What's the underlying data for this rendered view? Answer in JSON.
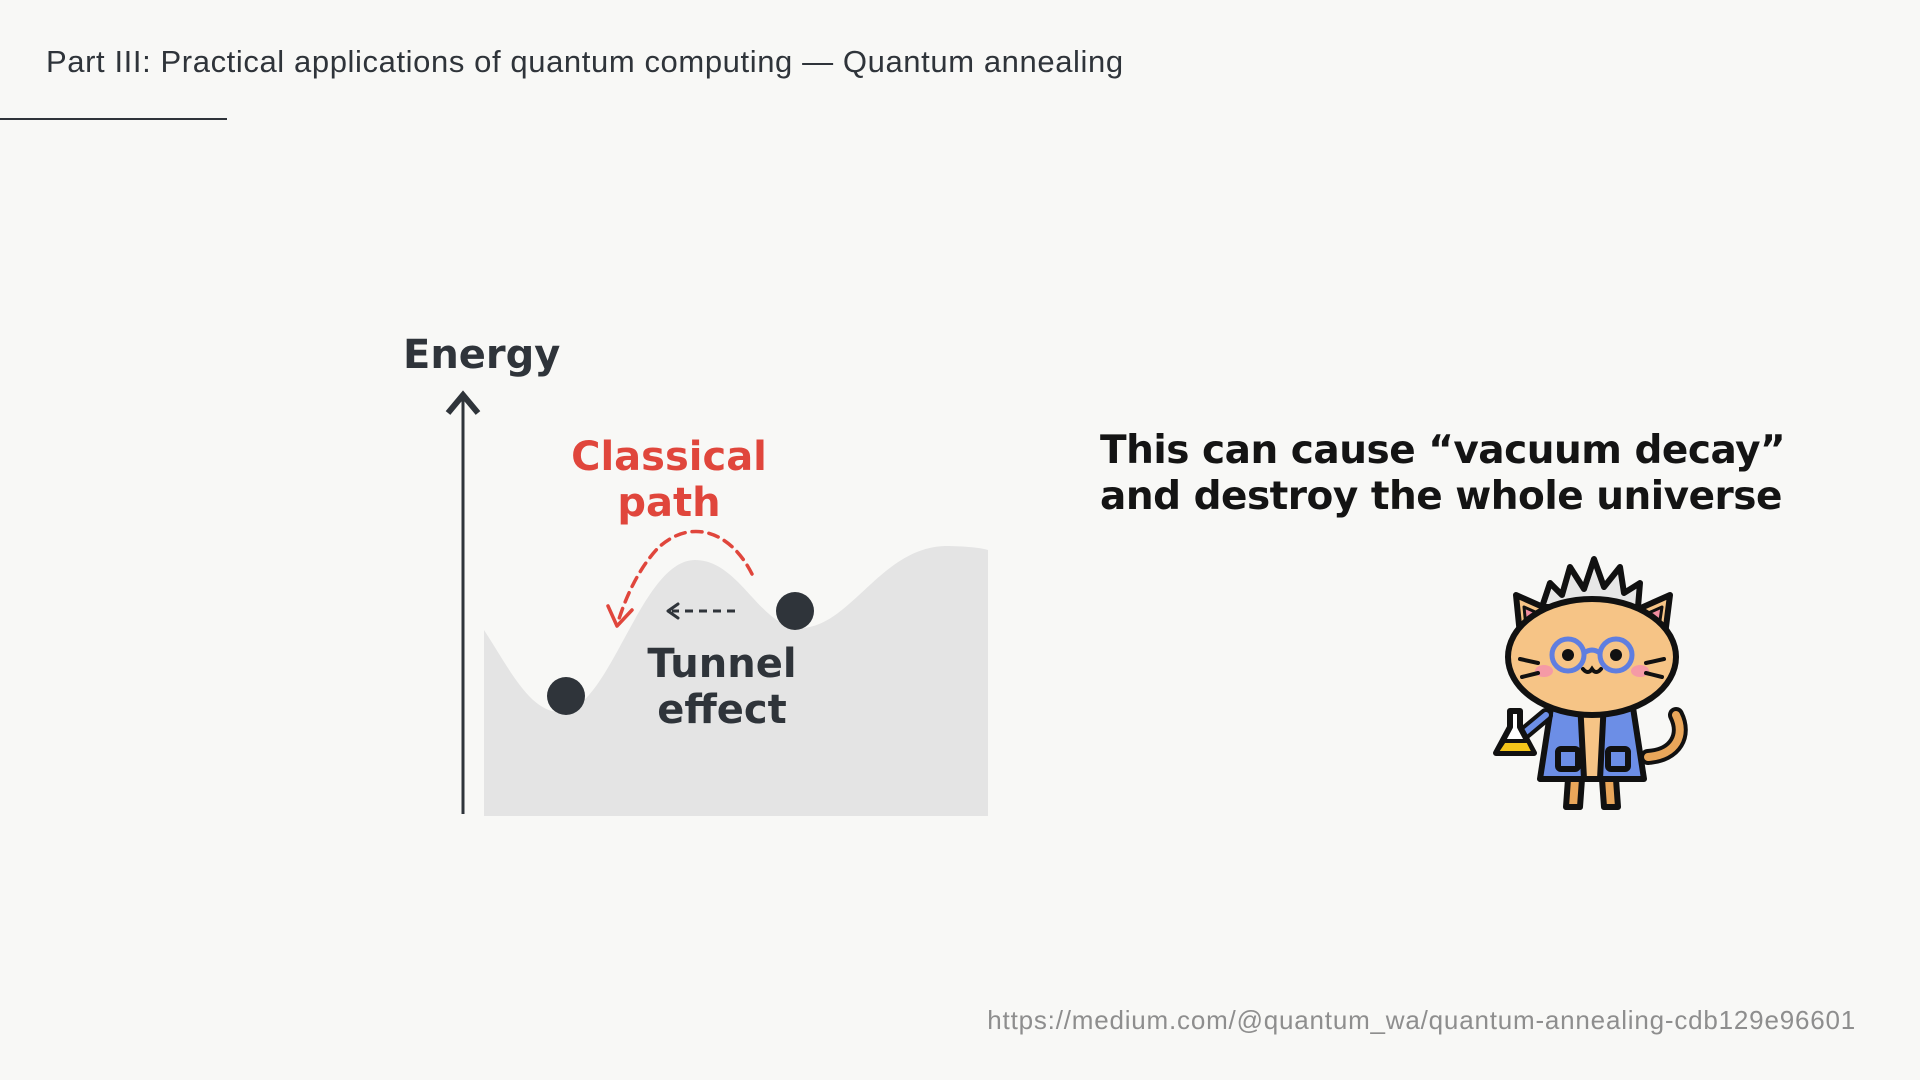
{
  "header": {
    "title": "Part III: Practical applications of quantum computing — Quantum annealing"
  },
  "diagram": {
    "axis_label": "Energy",
    "classical_label_line1": "Classical",
    "classical_label_line2": "path",
    "tunnel_label_line1": "Tunnel",
    "tunnel_label_line2": "effect"
  },
  "caption": {
    "line1": "This can cause “vacuum decay”",
    "line2": "and destroy the whole universe"
  },
  "footer": {
    "source_url": "https://medium.com/@quantum_wa/quantum-annealing-cdb129e96601"
  },
  "colors": {
    "background": "#f8f8f6",
    "text_dark": "#2f343a",
    "accent_red": "#e0463c",
    "landscape_fill": "#e4e4e4",
    "url_gray": "#8e8e8e"
  },
  "icons": {
    "mascot": "scientist-cat-icon",
    "flask": "flask-icon"
  }
}
